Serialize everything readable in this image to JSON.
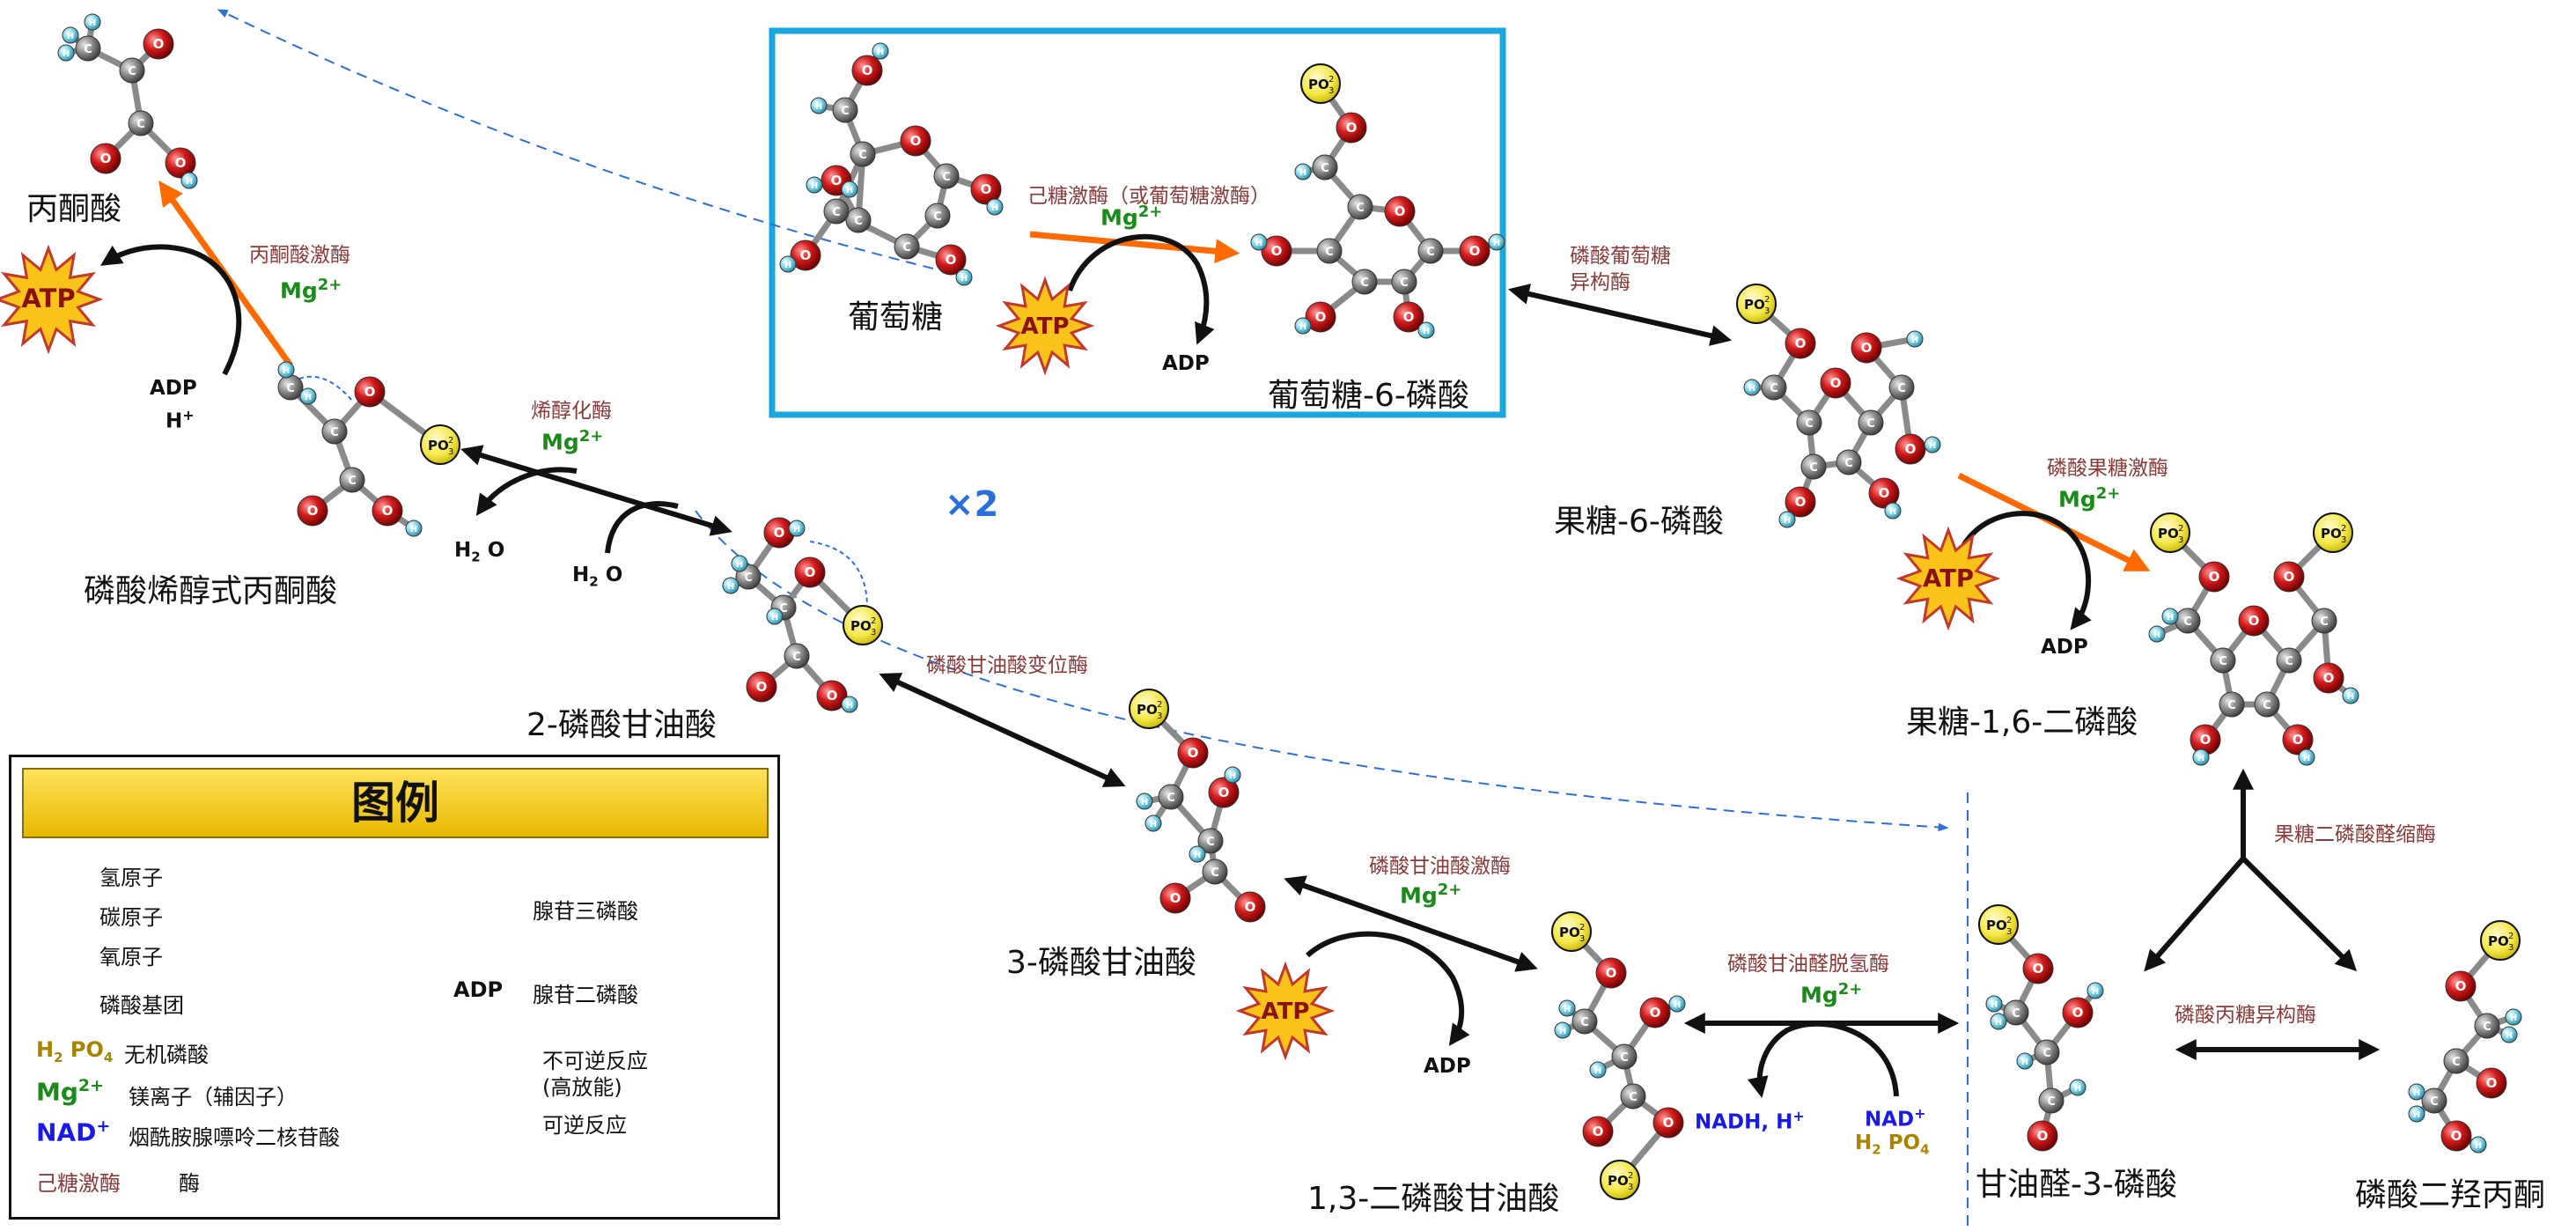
{
  "molecules": {
    "pyruvate": "丙酮酸",
    "pep": "磷酸烯醇式丙酮酸",
    "pg2": "2-磷酸甘油酸",
    "pg3": "3-磷酸甘油酸",
    "bpg": "1,3-二磷酸甘油酸",
    "glucose": "葡萄糖",
    "g6p": "葡萄糖-6-磷酸",
    "f6p": "果糖-6-磷酸",
    "fbp": "果糖-1,6-二磷酸",
    "g3p": "甘油醛-3-磷酸",
    "dhap": "磷酸二羟丙酮"
  },
  "enzymes": {
    "pyruvate_kinase": "丙酮酸激酶",
    "enolase": "烯醇化酶",
    "pgm": "磷酸甘油酸变位酶",
    "pgk": "磷酸甘油酸激酶",
    "hexokinase": "己糖激酶（或葡萄糖激酶）",
    "pgi": "磷酸葡萄糖\n异构酶",
    "pfk": "磷酸果糖激酶",
    "gapdh": "磷酸甘油醛脱氢酶",
    "aldolase": "果糖二磷酸醛缩酶",
    "tpi": "磷酸丙糖异构酶"
  },
  "cofactors": {
    "mg": "Mg",
    "mg_charge": "2+",
    "atp": "ATP",
    "adp": "ADP",
    "h_plus": "H",
    "plus": "+",
    "water": "H",
    "water_sub": "2",
    "water_o": "O",
    "nadh": "NADH, H",
    "nad": "NAD",
    "h2po4_h": "H",
    "h2po4_sub": "2",
    "h2po4_po": "PO",
    "h2po4_sub2": "4"
  },
  "multiplier": "×2",
  "atoms": {
    "h": "H",
    "c": "C",
    "o": "O",
    "po3": "PO",
    "po3_sub": "3",
    "po3_sup": "2"
  },
  "legend": {
    "title": "图例",
    "hydrogen": "氢原子",
    "carbon": "碳原子",
    "oxygen": "氧原子",
    "phosphate": "磷酸基团",
    "inorganic_phosphate": "无机磷酸",
    "magnesium": "镁离子（辅因子）",
    "nad_label": "烟酰胺腺嘌呤二核苷酸",
    "enzyme_sample": "己糖激酶",
    "enzyme_label": "酶",
    "atp_label": "腺苷三磷酸",
    "adp_label": "腺苷二磷酸",
    "irreversible_line1": "不可逆反应",
    "irreversible_line2": "(高放能)",
    "reversible": "可逆反应"
  },
  "colors": {
    "oxygen": "#d41c1c",
    "carbon": "#8a8a8a",
    "hydrogen": "#7fd6e8",
    "phosphate": "#f5e84a",
    "atp_star": "#f9c31a",
    "irreversible_arrow": "#ff6a00",
    "reversible_arrow": "#111111",
    "glucose_box": "#1aa7e0",
    "dashed": "#2a6fdb",
    "enzyme_text": "#8b3a3a",
    "mg_text": "#1a8a1a",
    "nad_text": "#1a1ae6",
    "h2po4_text": "#a88400"
  }
}
